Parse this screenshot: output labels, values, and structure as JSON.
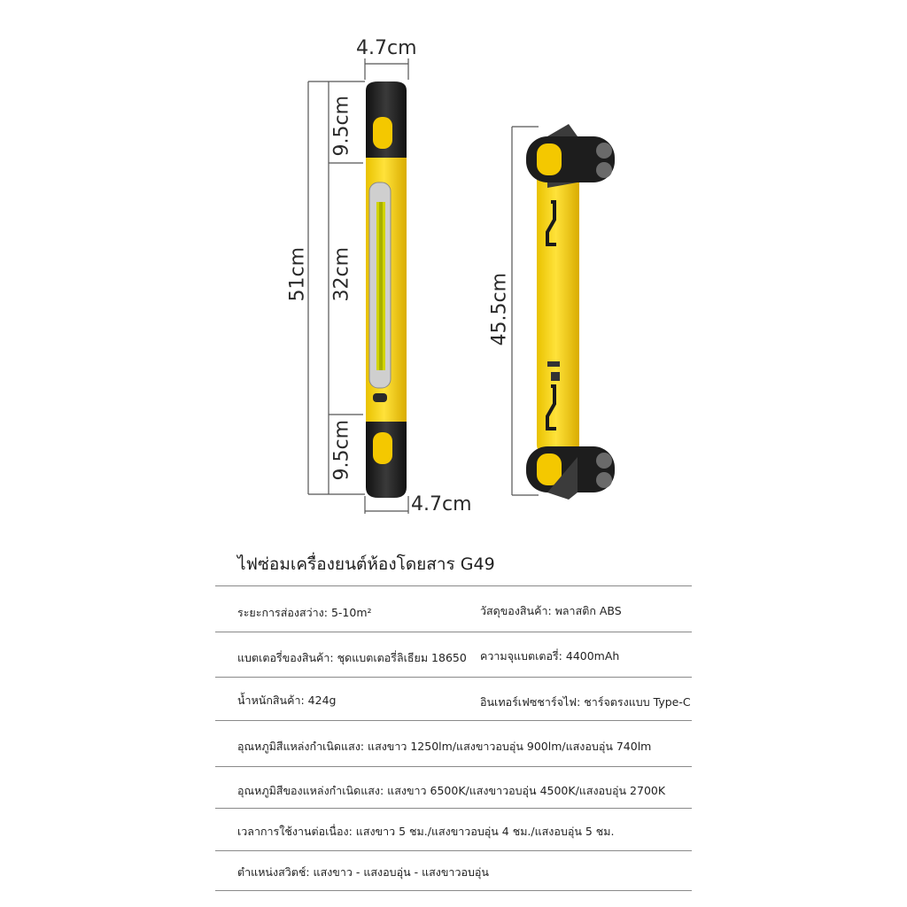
{
  "dimensions": {
    "width_top": "4.7cm",
    "width_bottom": "4.7cm",
    "total_length": "51cm",
    "handle_top": "9.5cm",
    "light_panel": "32cm",
    "handle_bottom": "9.5cm",
    "folded_length": "45.5cm"
  },
  "product": {
    "title": "ไฟซ่อมเครื่องยนต์ห้องโดยสาร G49",
    "colors": {
      "body": "#f5d21f",
      "grip": "#1c1c1c",
      "accent": "#f2c500"
    }
  },
  "specs": {
    "r1_left": "ระยะการส่องสว่าง: 5-10m²",
    "r1_right": "วัสดุของสินค้า: พลาสติก ABS",
    "r2_left": "แบตเตอรี่ของสินค้า: ชุดแบตเตอรี่ลิเธียม 18650",
    "r2_right": "ความจุแบตเตอรี่: 4400mAh",
    "r3_left": "น้ำหนักสินค้า: 424g",
    "r3_right": "อินเทอร์เฟซชาร์จไฟ: ชาร์จตรงแบบ Type-C",
    "r4": "อุณหภูมิสีแหล่งกำเนิดแสง: แสงขาว 1250lm/แสงขาวอบอุ่น 900lm/แสงอบอุ่น 740lm",
    "r5": "อุณหภูมิสีของแหล่งกำเนิดแสง: แสงขาว 6500K/แสงขาวอบอุ่น 4500K/แสงอบอุ่น 2700K",
    "r6": "เวลาการใช้งานต่อเนื่อง: แสงขาว 5 ชม./แสงขาวอบอุ่น 4 ชม./แสงอบอุ่น 5 ชม.",
    "r7": "ตำแหน่งสวิตช์: แสงขาว - แสงอบอุ่น - แสงขาวอบอุ่น"
  }
}
